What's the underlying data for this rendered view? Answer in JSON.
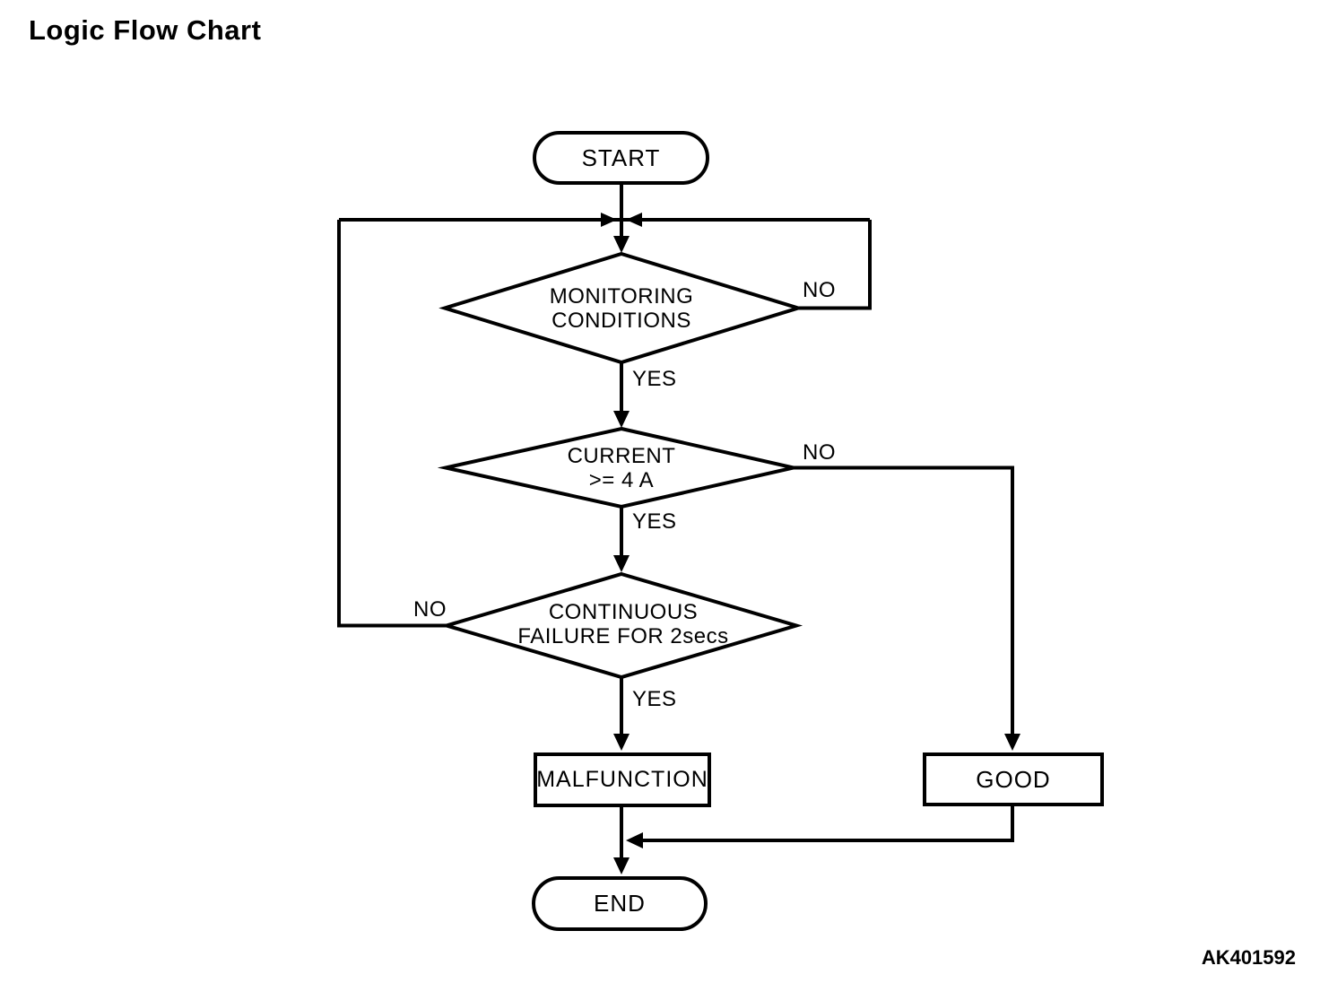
{
  "page": {
    "title": "Logic Flow Chart",
    "figure_code": "AK401592"
  },
  "colors": {
    "background": "#ffffff",
    "line": "#000000",
    "text": "#000000"
  },
  "flowchart": {
    "start_label": "START",
    "end_label": "END",
    "decisions": [
      {
        "label": "MONITORING\nCONDITIONS",
        "yes_label": "YES",
        "no_label": "NO"
      },
      {
        "label": "CURRENT\n>= 4 A",
        "yes_label": "YES",
        "no_label": "NO"
      },
      {
        "label": "CONTINUOUS\nFAILURE FOR 2secs",
        "yes_label": "YES",
        "no_label": "NO"
      }
    ],
    "outcomes": {
      "malfunction": "MALFUNCTION",
      "good": "GOOD"
    }
  }
}
